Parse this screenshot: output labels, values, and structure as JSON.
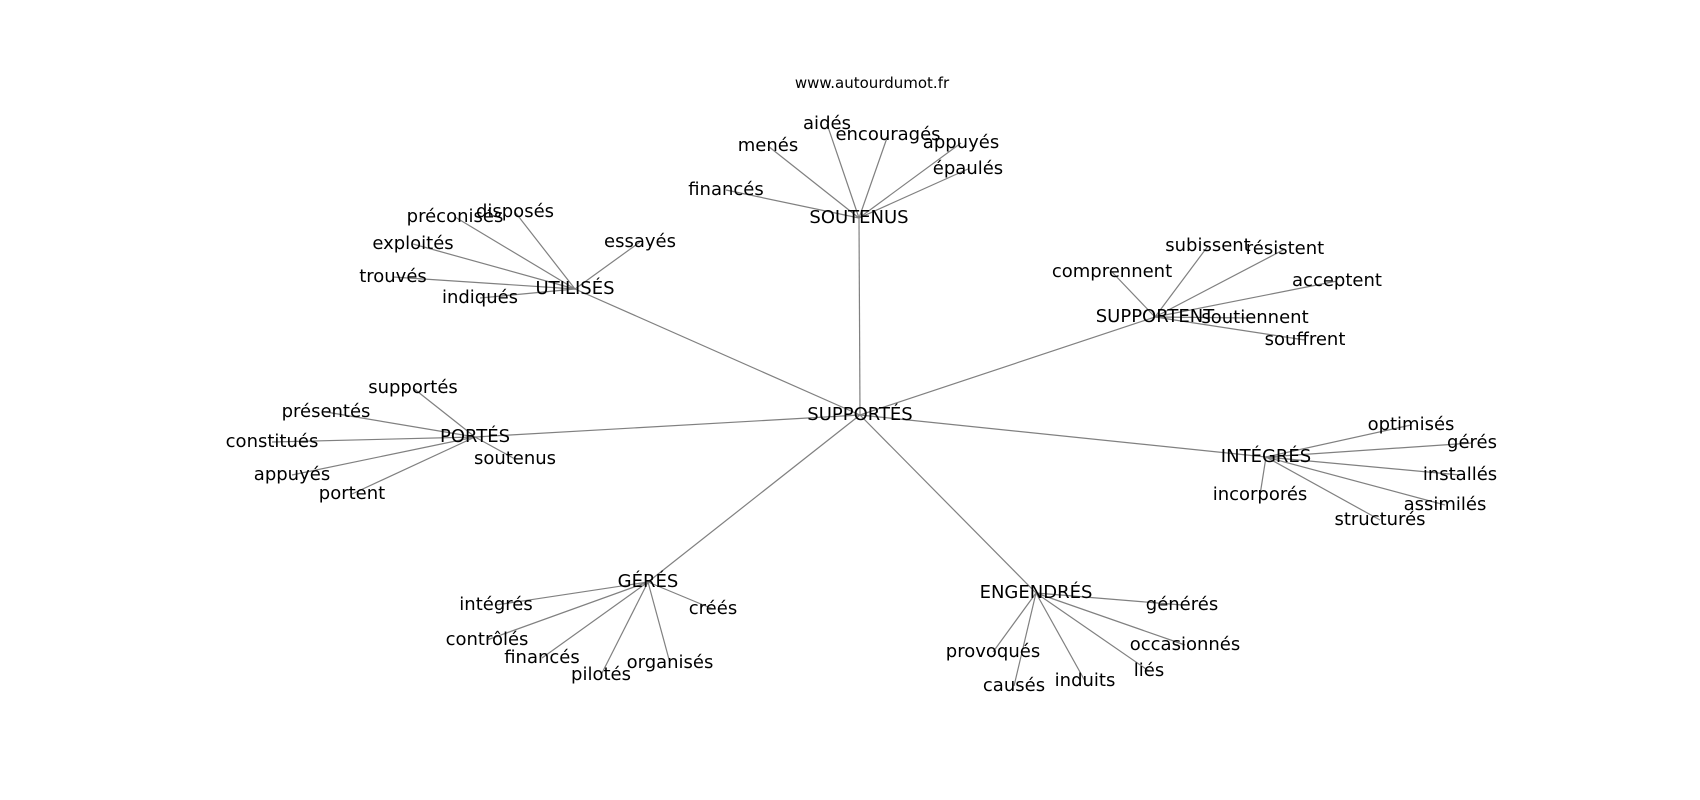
{
  "site": "www.autourdumot.fr",
  "center": "SUPPORTÉS",
  "groups": [
    {
      "label": "SOUTENUS",
      "words": [
        "financés",
        "menés",
        "aidés",
        "encouragés",
        "appuyés",
        "épaulés"
      ]
    },
    {
      "label": "UTILISÉS",
      "words": [
        "préconisés",
        "disposés",
        "exploités",
        "trouvés",
        "indiqués",
        "essayés"
      ]
    },
    {
      "label": "SUPPORTENT",
      "words": [
        "comprennent",
        "subissent",
        "résistent",
        "acceptent",
        "soutiennent",
        "souffrent"
      ]
    },
    {
      "label": "PORTÉS",
      "words": [
        "supportés",
        "présentés",
        "constitués",
        "appuyés",
        "portent",
        "soutenus"
      ]
    },
    {
      "label": "INTÉGRÉS",
      "words": [
        "optimisés",
        "gérés",
        "installés",
        "assimilés",
        "structurés",
        "incorporés"
      ]
    },
    {
      "label": "GÉRÉS",
      "words": [
        "intégrés",
        "contrôlés",
        "financés",
        "pilotés",
        "organisés",
        "créés"
      ]
    },
    {
      "label": "ENGENDRÉS",
      "words": [
        "générés",
        "occasionnés",
        "liés",
        "induits",
        "causés",
        "provoqués"
      ]
    }
  ]
}
